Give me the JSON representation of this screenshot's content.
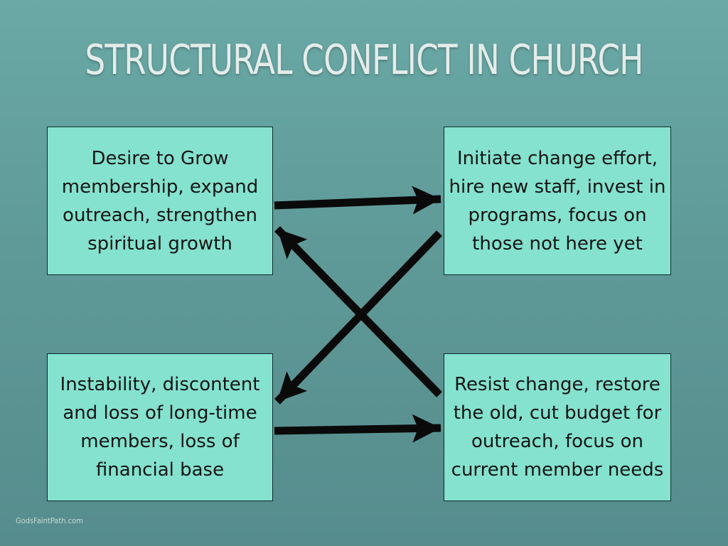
{
  "title": "STRUCTURAL CONFLICT IN CHURCH",
  "boxes": {
    "top_left": "Desire to Grow membership, expand outreach, strengthen spiritual growth",
    "top_right": "Initiate change effort, hire new staff, invest in programs, focus on those not here yet",
    "bottom_left": "Instability, discontent and loss of long-time members, loss of financial base",
    "bottom_right": "Resist change, restore the old, cut budget for outreach, focus on current member needs"
  },
  "watermark": "GodsFaintPath.com",
  "colors": {
    "box_fill": "#84e2cf",
    "arrow": "#0a0a0a",
    "title": "#e4ecea"
  }
}
